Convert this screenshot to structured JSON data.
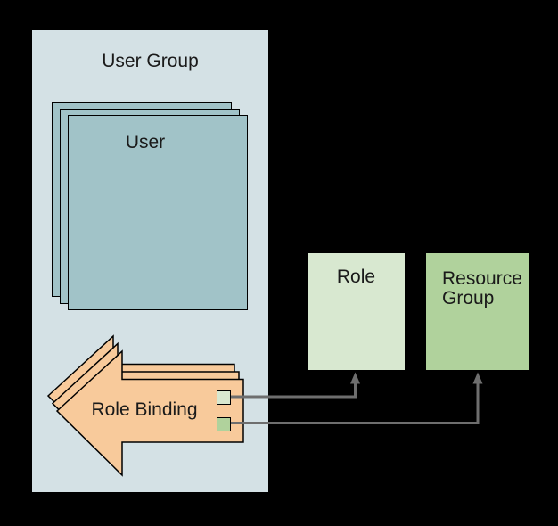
{
  "background": "#000000",
  "user_group": {
    "label": "User Group",
    "fill": "#d4e1e5"
  },
  "user_stack": {
    "label": "User",
    "copies": 3,
    "fill": "#a1c3c8",
    "border": "#000000"
  },
  "role_binding": {
    "label": "Role Binding",
    "copies": 3,
    "fill": "#f8ca9b",
    "border": "#000000",
    "ports": [
      {
        "name": "role-port",
        "fill": "#d8e8d0"
      },
      {
        "name": "resource-group-port",
        "fill": "#b0d29c"
      }
    ]
  },
  "role": {
    "label": "Role",
    "fill": "#d8e8d0"
  },
  "resource_group": {
    "label": "Resource Group",
    "fill": "#b0d29c"
  },
  "connectors": {
    "color": "#6e6e6e",
    "items": [
      {
        "from": "role-binding.role-port",
        "to": "role"
      },
      {
        "from": "role-binding.resource-group-port",
        "to": "resource-group"
      }
    ]
  }
}
